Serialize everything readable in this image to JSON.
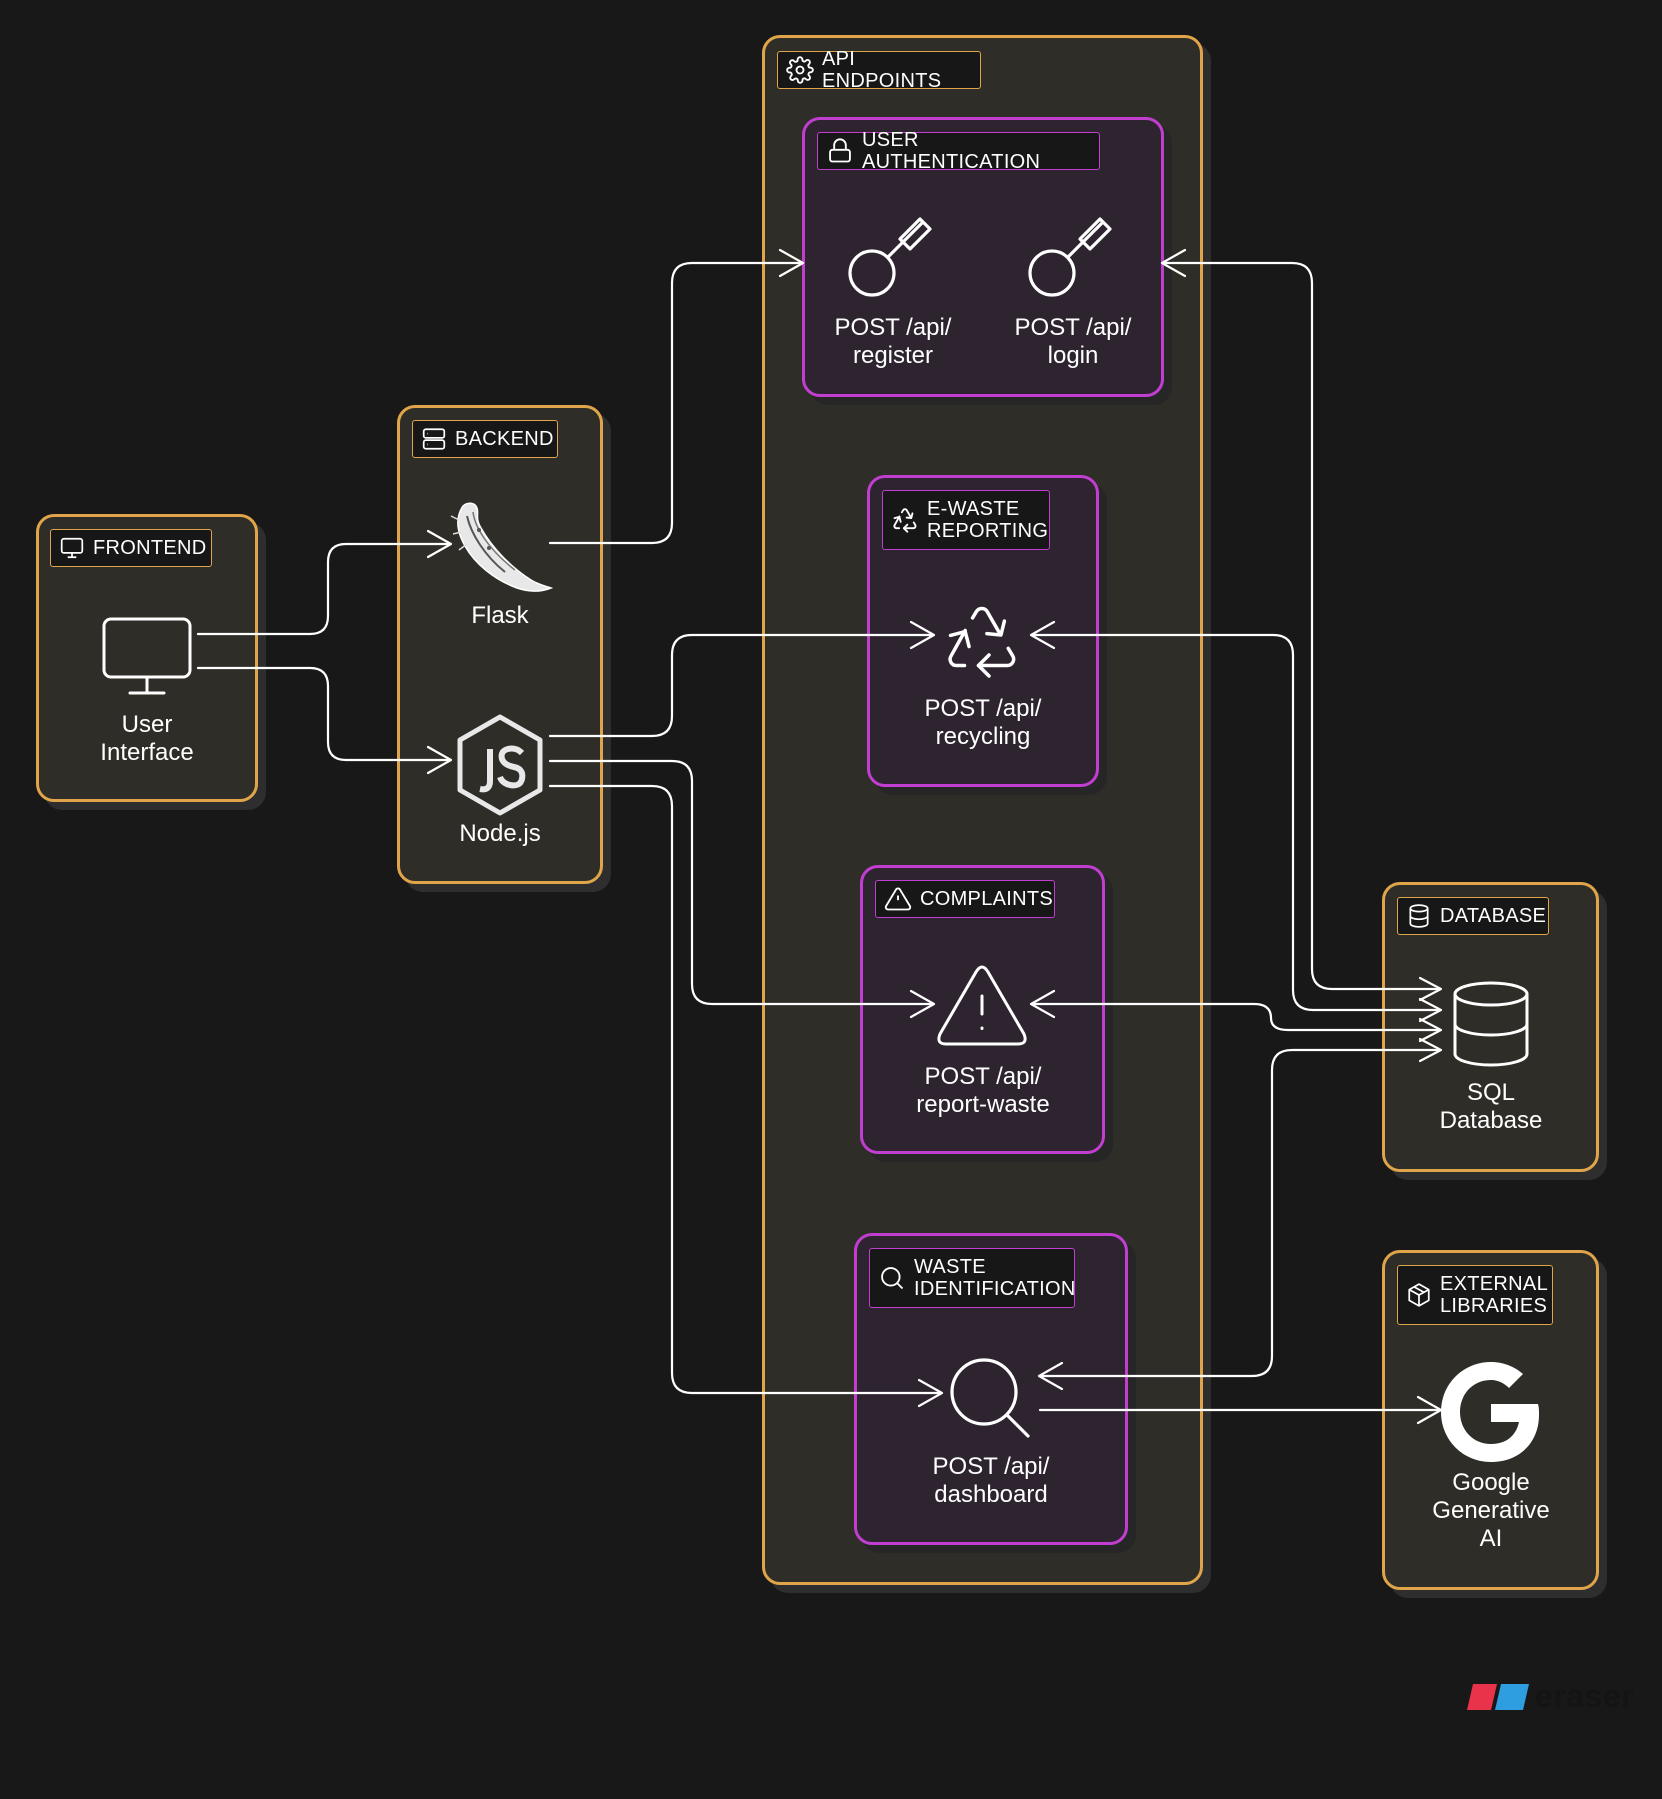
{
  "groups": {
    "frontend": {
      "label": "FRONTEND",
      "icon": "monitor-icon"
    },
    "backend": {
      "label": "BACKEND",
      "icon": "server-icon"
    },
    "api_endpoints": {
      "label": "API ENDPOINTS",
      "icon": "gear-icon"
    },
    "user_authentication": {
      "label": "USER AUTHENTICATION",
      "icon": "lock-icon"
    },
    "e_waste_reporting": {
      "label": "E-WASTE\nREPORTING",
      "icon": "recycle-icon"
    },
    "complaints": {
      "label": "COMPLAINTS",
      "icon": "warning-icon"
    },
    "waste_identification": {
      "label": "WASTE\nIDENTIFICATION",
      "icon": "search-icon"
    },
    "database": {
      "label": "DATABASE",
      "icon": "database-icon"
    },
    "external_libraries": {
      "label": "EXTERNAL\nLIBRARIES",
      "icon": "package-icon"
    }
  },
  "nodes": {
    "user_interface": {
      "label": "User\nInterface",
      "icon": "monitor-icon"
    },
    "flask": {
      "label": "Flask",
      "icon": "flask-icon"
    },
    "nodejs": {
      "label": "Node.js",
      "icon": "nodejs-icon"
    },
    "register": {
      "label": "POST /api/\nregister",
      "icon": "key-icon"
    },
    "login": {
      "label": "POST /api/\nlogin",
      "icon": "key-icon"
    },
    "recycling": {
      "label": "POST /api/\nrecycling",
      "icon": "recycle-icon"
    },
    "report_waste": {
      "label": "POST /api/\nreport-waste",
      "icon": "warning-icon"
    },
    "dashboard": {
      "label": "POST /api/\ndashboard",
      "icon": "search-icon"
    },
    "sql_database": {
      "label": "SQL\nDatabase",
      "icon": "database-icon"
    },
    "google_ai": {
      "label": "Google\nGenerative\nAI",
      "icon": "google-icon"
    }
  },
  "connections": [
    {
      "from": "user_interface",
      "to": "flask"
    },
    {
      "from": "user_interface",
      "to": "nodejs"
    },
    {
      "from": "flask",
      "to": "register"
    },
    {
      "from": "nodejs",
      "to": "recycling"
    },
    {
      "from": "nodejs",
      "to": "report_waste"
    },
    {
      "from": "nodejs",
      "to": "dashboard"
    },
    {
      "from": "sql_database",
      "to": "login"
    },
    {
      "from": "sql_database",
      "to": "recycling"
    },
    {
      "from": "sql_database",
      "to": "report_waste"
    },
    {
      "from": "sql_database",
      "to": "dashboard"
    },
    {
      "from": "dashboard",
      "to": "google_ai"
    }
  ],
  "branding": {
    "logo_text": "eraser",
    "colors": {
      "group_border": "#e0a54a",
      "subgroup_border": "#c13ed0",
      "background": "#181818"
    }
  }
}
